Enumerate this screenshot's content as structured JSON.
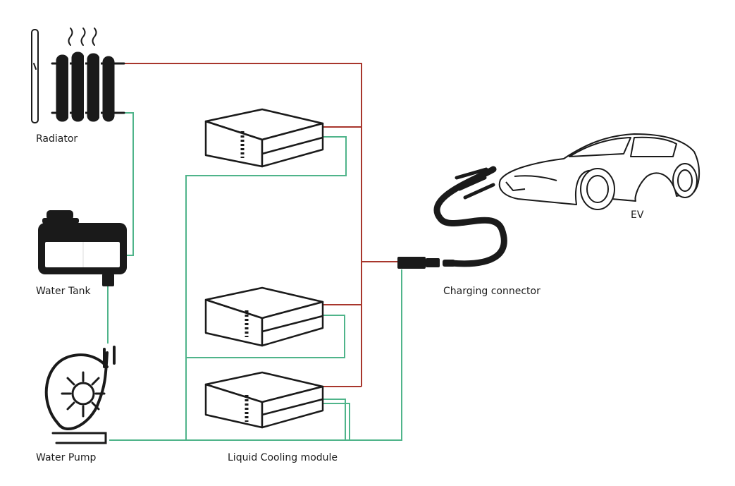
{
  "labels": {
    "radiator": "Radiator",
    "water_tank": "Water Tank",
    "water_pump": "Water Pump",
    "liquid_cooling_module": "Liquid Cooling module",
    "charging_connector": "Charging connector",
    "ev": "EV"
  },
  "colors": {
    "hot_line": "#a8362c",
    "cool_line": "#4fb48a",
    "ink": "#1a1a1a",
    "background": "#ffffff"
  }
}
